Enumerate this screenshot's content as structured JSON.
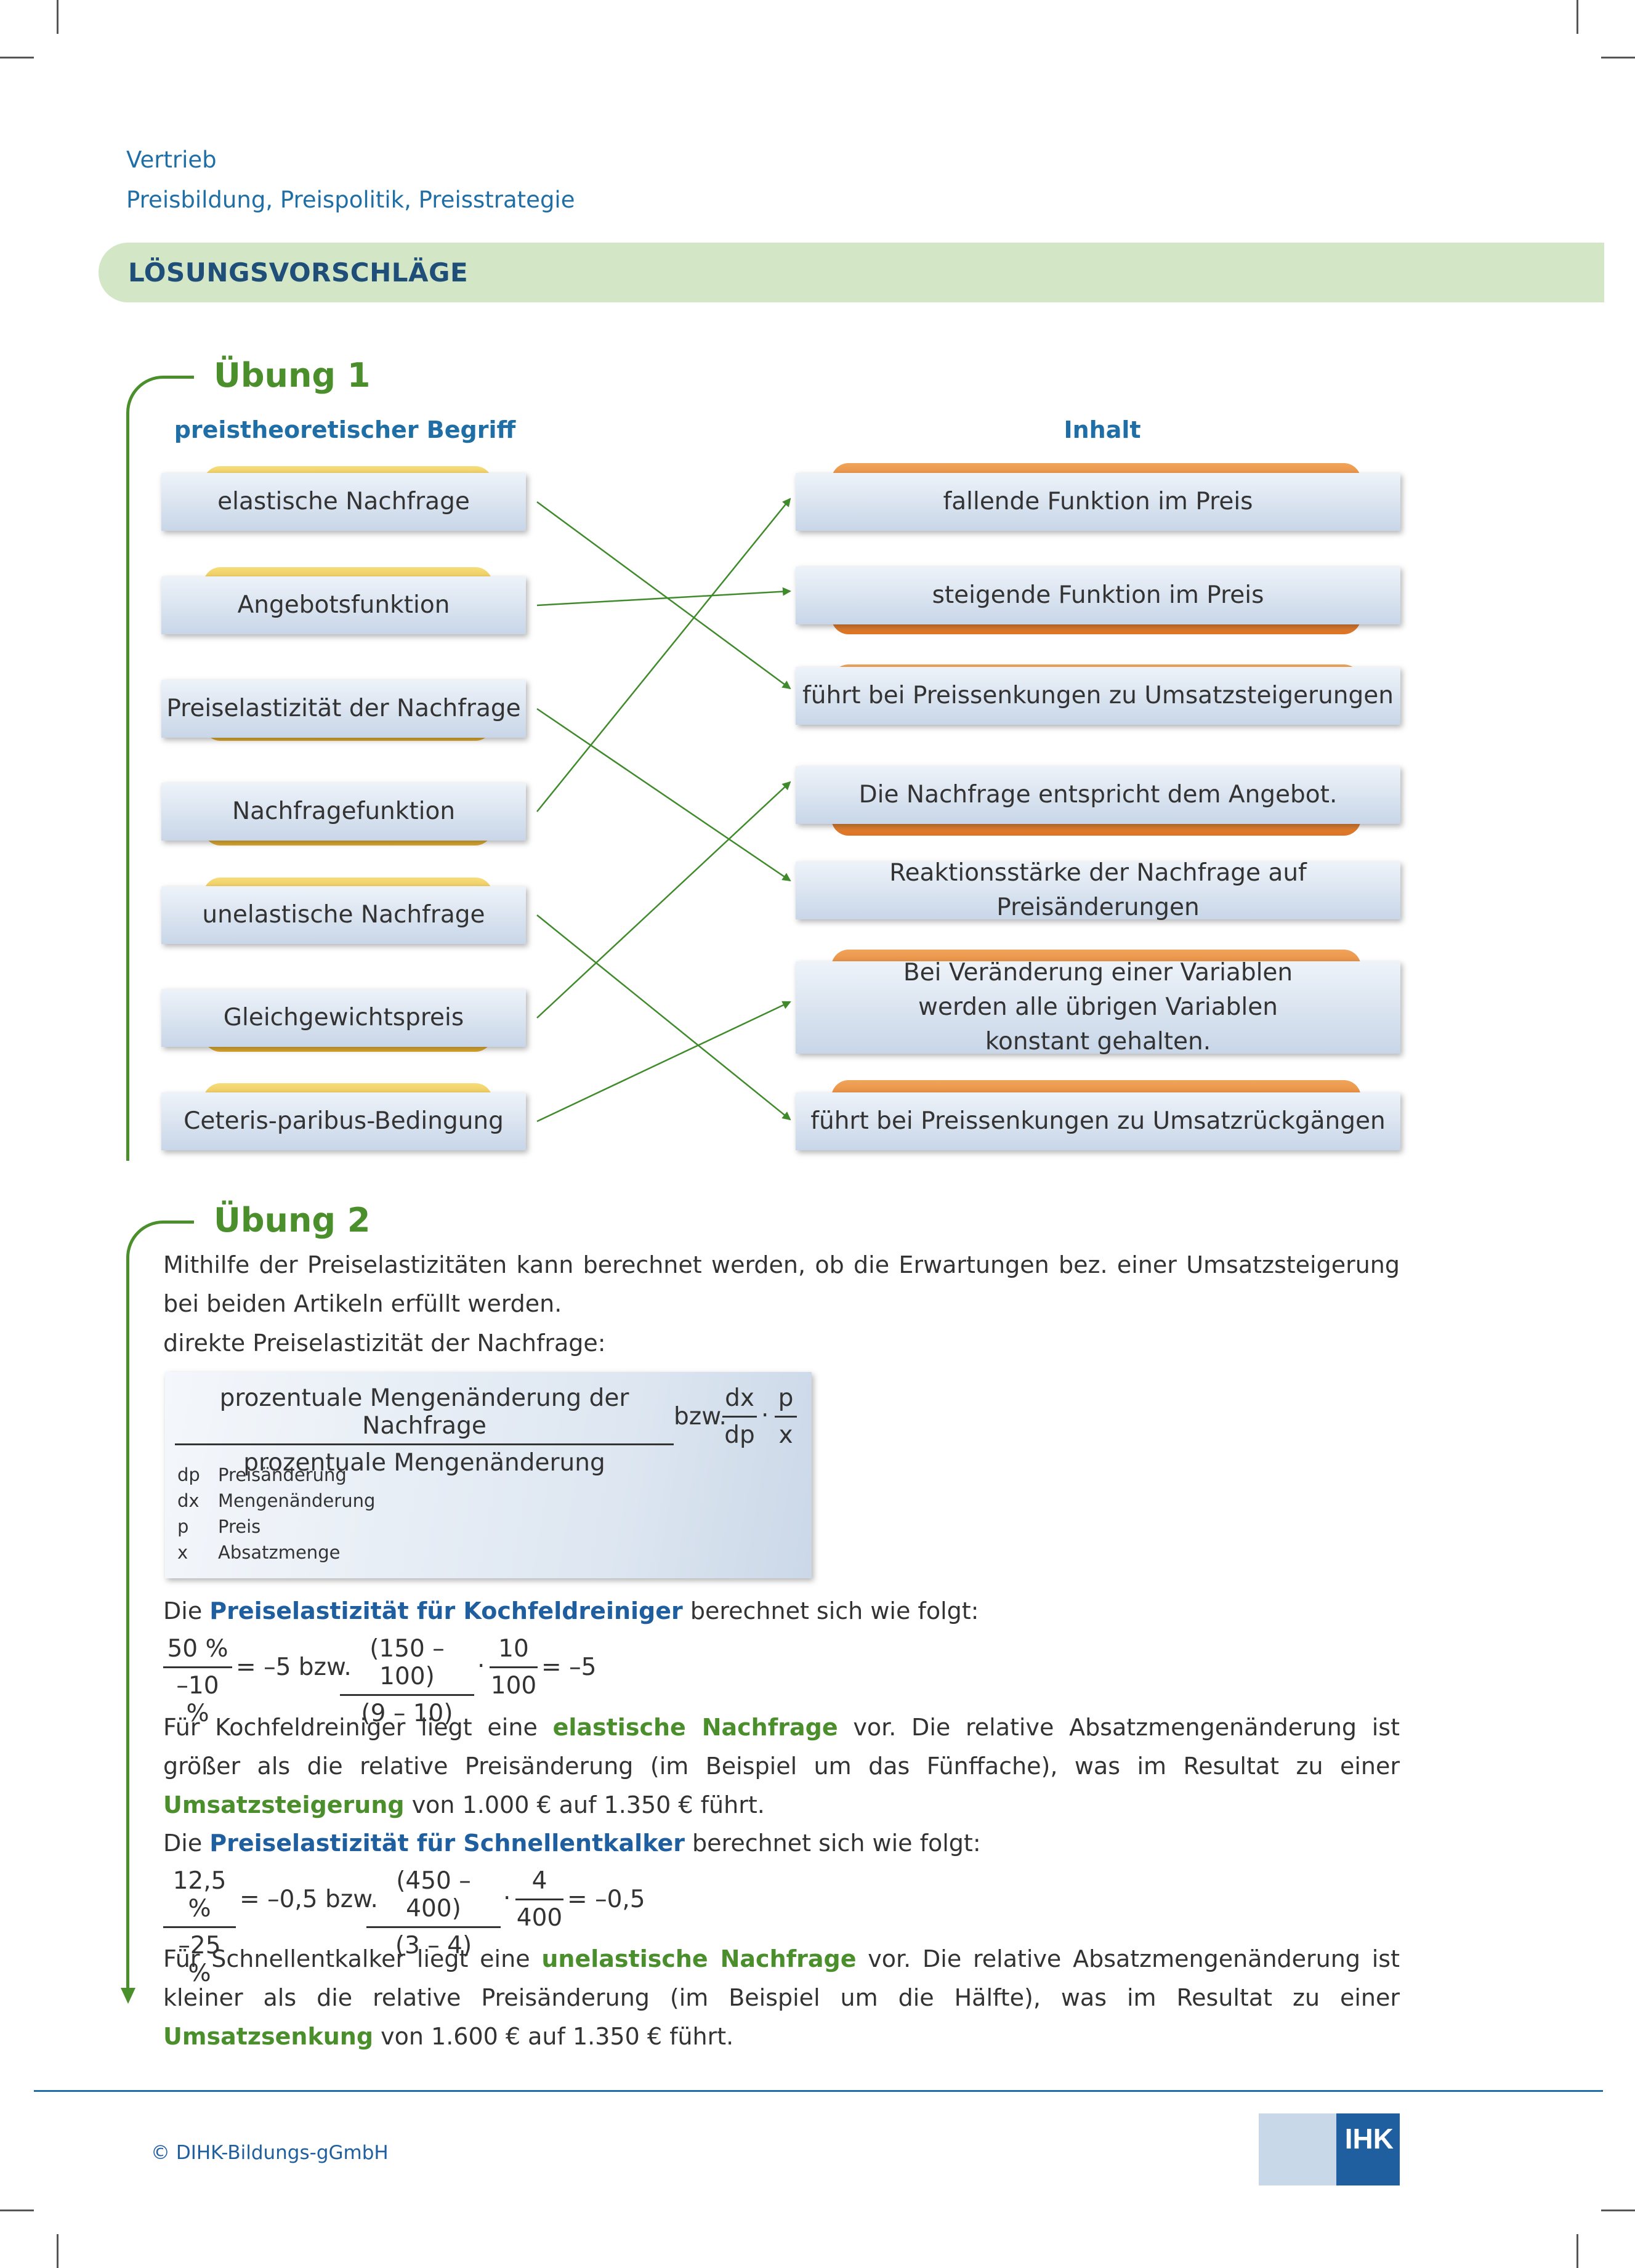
{
  "header": {
    "line1": "Vertrieb",
    "line2": "Preisbildung, Preispolitik, Preisstrategie",
    "banner": "LÖSUNGSVORSCHLÄGE"
  },
  "uebung1": {
    "title": "Übung 1",
    "left_head": "preistheoretischer Begriff",
    "right_head": "Inhalt",
    "left_items": [
      "elastische Nachfrage",
      "Angebotsfunktion",
      "Preiselastizität der Nachfrage",
      "Nachfragefunktion",
      "unelastische Nachfrage",
      "Gleichgewichtspreis",
      "Ceteris-paribus-Bedingung"
    ],
    "right_items": [
      "fallende Funktion im Preis",
      "steigende Funktion im Preis",
      "führt bei Preissenkungen zu Umsatzsteigerungen",
      "Die Nachfrage entspricht dem Angebot.",
      "Reaktionsstärke der Nachfrage auf Preisänderungen",
      "Bei Veränderung einer Variablen werden alle übrigen Variablen konstant gehalten.",
      "führt bei Preissenkungen zu Umsatzrückgängen"
    ],
    "connections": [
      [
        0,
        2
      ],
      [
        1,
        1
      ],
      [
        2,
        4
      ],
      [
        3,
        0
      ],
      [
        4,
        6
      ],
      [
        5,
        3
      ],
      [
        6,
        5
      ]
    ],
    "line_color": "#3f8a2a"
  },
  "uebung2": {
    "title": "Übung 2",
    "intro1": "Mithilfe der Preiselastizitäten kann berechnet werden, ob die Erwartungen bez. einer Umsatzsteigerung bei beiden Artikeln erfüllt werden.",
    "intro2": "direkte Preiselastizität der Nachfrage:",
    "formula": {
      "numerator": "prozentuale Mengenänderung der Nachfrage",
      "denominator": "prozentuale Mengenänderung",
      "bzw": "bzw.",
      "d_num": "dx",
      "d_den": "dp",
      "dot": "·",
      "p_num": "p",
      "p_den": "x",
      "legend": [
        {
          "sym": "dp",
          "text": "Preisänderung"
        },
        {
          "sym": "dx",
          "text": "Mengenänderung"
        },
        {
          "sym": "p",
          "text": "Preis"
        },
        {
          "sym": "x",
          "text": "Absatzmenge"
        }
      ]
    },
    "k_intro_pre": "Die ",
    "k_intro_hl": "Preiselastizität für Kochfeldreiniger",
    "k_intro_post": " berechnet sich wie folgt:",
    "k_calc": {
      "f1_num": "50 %",
      "f1_den": "–10 %",
      "mid": "= –5 bzw.",
      "f2_num": "(150 – 100)",
      "f2_den": "(9 – 10)",
      "dot": "·",
      "f3_num": "10",
      "f3_den": "100",
      "result": "= –5"
    },
    "k_text": {
      "p1": "Für Kochfeldreiniger liegt eine ",
      "h1": "elastische Nachfrage",
      "p2": " vor. Die relative Absatzmengenänderung ist größer als die relative Preisänderung (im Beispiel um das Fünffache), was im Resultat zu einer ",
      "h2": "Umsatzsteigerung",
      "p3": " von 1.000 € auf 1.350 € führt."
    },
    "s_intro_pre": "Die ",
    "s_intro_hl": "Preiselastizität für Schnellentkalker",
    "s_intro_post": " berechnet sich wie folgt:",
    "s_calc": {
      "f1_num": "12,5 %",
      "f1_den": "–25 %",
      "mid": "= –0,5 bzw.",
      "f2_num": "(450 – 400)",
      "f2_den": "(3 – 4)",
      "dot": "·",
      "f3_num": "4",
      "f3_den": "400",
      "result": "= –0,5"
    },
    "s_text": {
      "p1": "Für Schnellentkalker liegt eine ",
      "h1": "unelastische Nachfrage",
      "p2": " vor. Die relative Absatzmengenänderung ist kleiner als die relative Preisänderung (im Beispiel um die Hälfte), was im Resultat zu einer ",
      "h2": "Umsatzsenkung",
      "p3": " von 1.600 € auf 1.350 € führt."
    }
  },
  "footer": {
    "copyright": "© DIHK-Bildungs-gGmbH",
    "logo": "IHK"
  }
}
